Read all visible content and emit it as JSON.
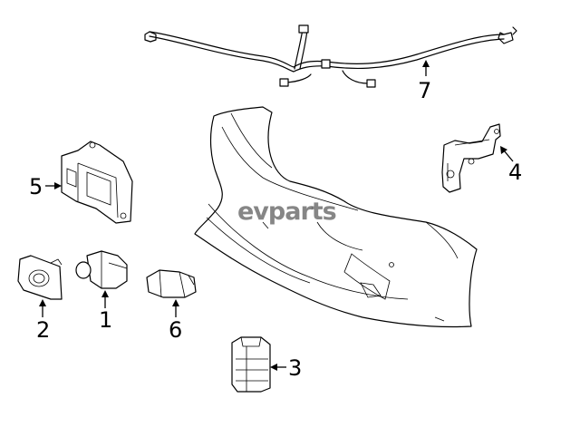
{
  "watermark": "evparts",
  "callouts": [
    {
      "id": "1",
      "label": "1"
    },
    {
      "id": "2",
      "label": "2"
    },
    {
      "id": "3",
      "label": "3"
    },
    {
      "id": "4",
      "label": "4"
    },
    {
      "id": "5",
      "label": "5"
    },
    {
      "id": "6",
      "label": "6"
    },
    {
      "id": "7",
      "label": "7"
    }
  ]
}
